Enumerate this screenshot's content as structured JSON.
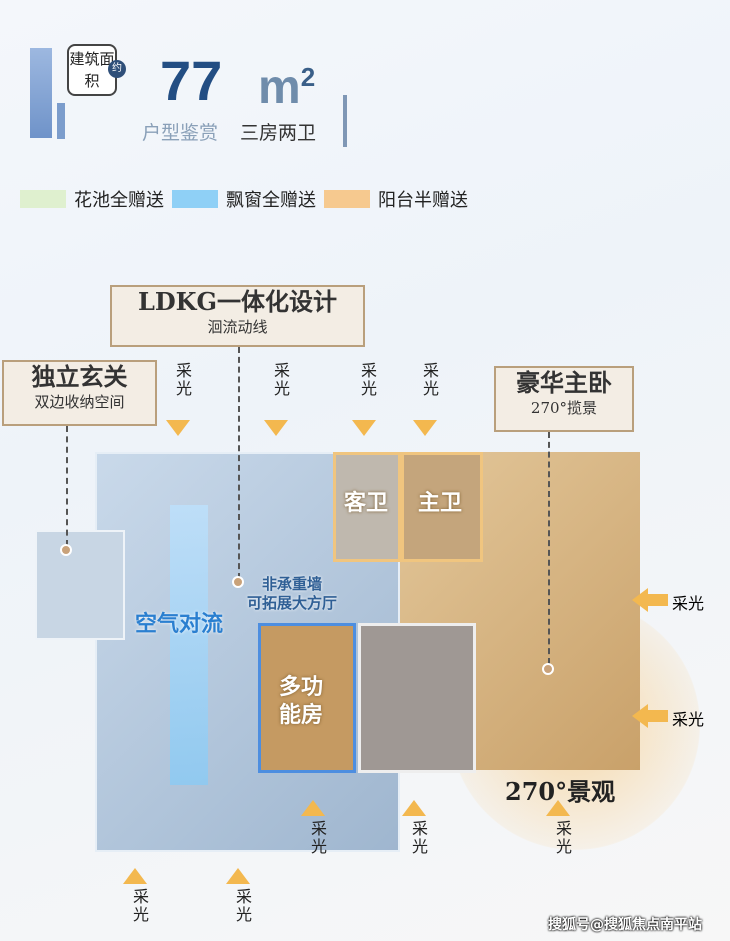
{
  "header": {
    "area_tag": "建筑面积",
    "approx": "约",
    "area_value": "77",
    "area_unit": "m",
    "area_unit_sup": "2",
    "subtitle": "户型鉴赏",
    "layout_type": "三房两卫"
  },
  "legend": [
    {
      "label": "花池全赠送",
      "color": "#dff0cf"
    },
    {
      "label": "飘窗全赠送",
      "color": "#8fd0f6"
    },
    {
      "label": "阳台半赠送",
      "color": "#f6c98f"
    }
  ],
  "callouts": {
    "ldkg": {
      "title": "LDKG一体化设计",
      "sub": "洄流动线"
    },
    "entrance": {
      "title": "独立玄关",
      "sub": "双边收纳空间"
    },
    "master": {
      "title": "豪华主卧",
      "sub": "270°揽景"
    }
  },
  "rooms": {
    "guest_bath": "客卫",
    "master_bath": "主卫",
    "multi_room": "多功能房"
  },
  "annotations": {
    "airflow": "空气对流",
    "wall_line1": "非承重墙",
    "wall_line2": "可拓展大方厅",
    "view": "270°景观"
  },
  "light_label": "采光",
  "watermark": "搜狐号@搜狐焦点南平站"
}
